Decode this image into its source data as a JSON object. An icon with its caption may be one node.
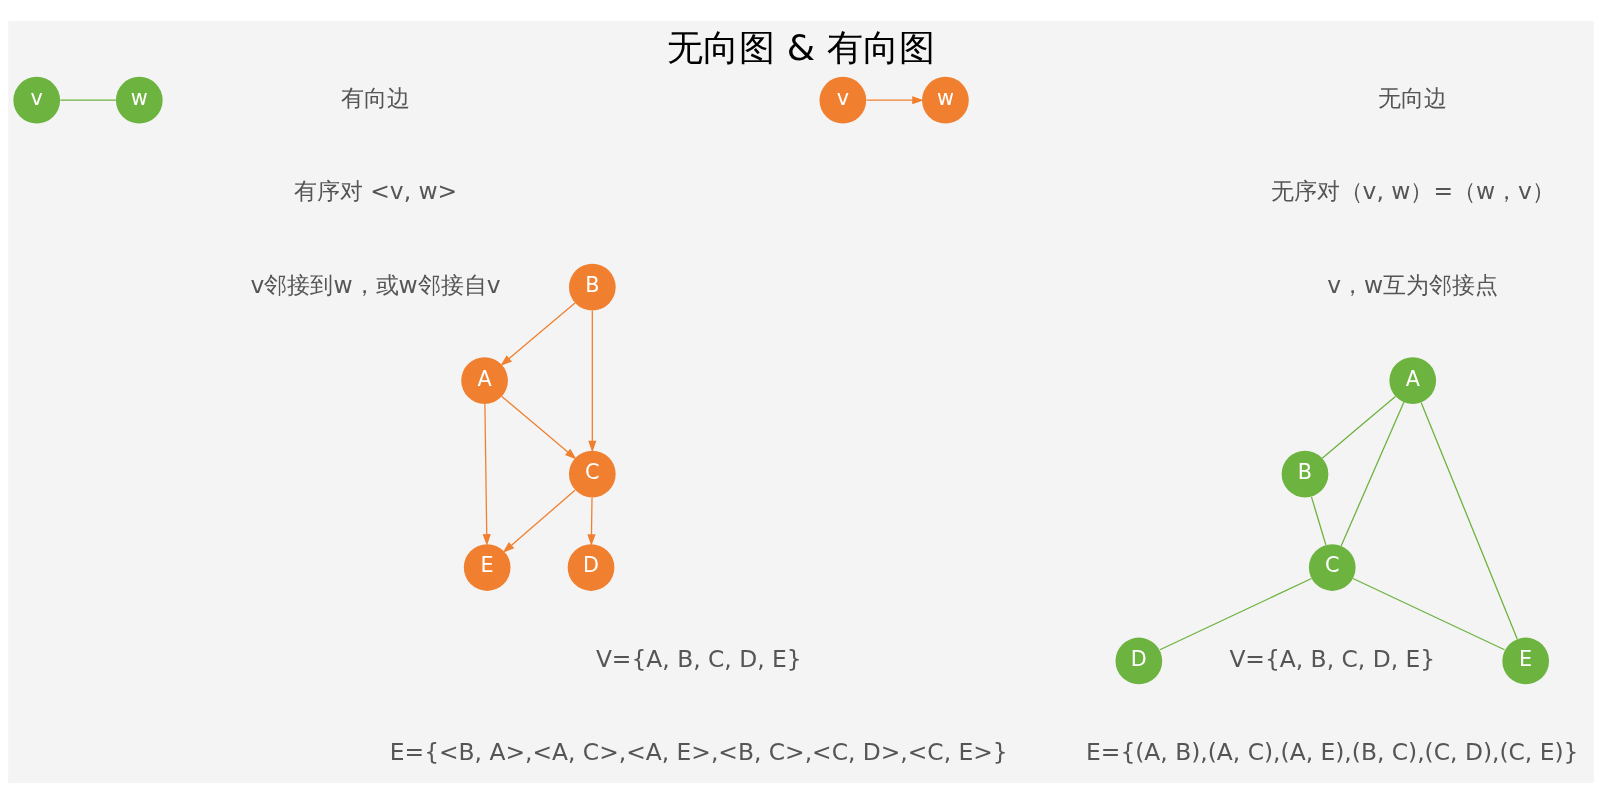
{
  "diagram": {
    "title": "无向图 & 有向图",
    "nodes": [
      {
        "text": [
          "v"
        ]
      },
      {
        "text": [
          "w"
        ]
      },
      {
        "text": [
          "v"
        ]
      },
      {
        "text": [
          "w"
        ]
      },
      {
        "text": [
          "A"
        ]
      },
      {
        "text": [
          "B"
        ]
      },
      {
        "text": [
          "C"
        ]
      },
      {
        "text": [
          "D"
        ]
      },
      {
        "text": [
          "E"
        ]
      },
      {
        "text": [
          "A"
        ]
      },
      {
        "text": [
          "B"
        ]
      },
      {
        "text": [
          "C"
        ]
      },
      {
        "text": [
          "D"
        ]
      },
      {
        "text": [
          "E"
        ]
      }
    ],
    "edges": [
      {
        "from": 0,
        "to": 1,
        "arrow": "none"
      },
      {
        "from": 2,
        "to": 3,
        "arrow": "to",
        "color": "#f08030"
      },
      {
        "from": 4,
        "to": 5,
        "arrow": "none"
      },
      {
        "from": 4,
        "to": 6,
        "arrow": "none"
      },
      {
        "from": 4,
        "to": 8,
        "arrow": "none"
      },
      {
        "from": 5,
        "to": 6,
        "arrow": "none"
      },
      {
        "from": 6,
        "to": 7,
        "arrow": "none"
      },
      {
        "from": 6,
        "to": 8,
        "arrow": "none"
      },
      {
        "from": 10,
        "to": 9,
        "arrow": "to",
        "color": "#f08030"
      },
      {
        "from": 9,
        "to": 11,
        "arrow": "to",
        "color": "#f08030"
      },
      {
        "from": 9,
        "to": 13,
        "arrow": "to",
        "color": "#f08030"
      },
      {
        "from": 10,
        "to": 11,
        "arrow": "to",
        "color": "#f08030"
      },
      {
        "from": 11,
        "to": 12,
        "arrow": "to",
        "color": "#f08030"
      },
      {
        "from": 11,
        "to": 13,
        "arrow": "to",
        "color": "#f08030"
      }
    ],
    "labels": [
      "无向边",
      "有向边",
      "无序对（v, w）=（w，v）",
      "有序对 <v, w>",
      "v，w互为邻接点",
      "v邻接到w，或w邻接自v",
      "V={A, B, C, D, E}",
      "V={A, B, C, D, E}",
      "E={(A, B),(A, C),(A, E),(B, C),(C, D),(C, E)}",
      "E={<B, A>,<A, C>,<A, E>,<B, C>,<C, D>,<C, E>}"
    ]
  }
}
